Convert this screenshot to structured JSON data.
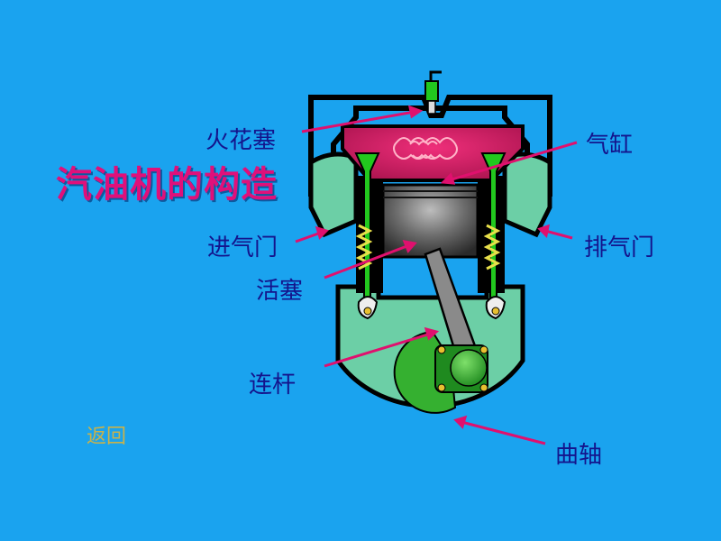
{
  "title": "汽油机的构造",
  "labels": {
    "spark_plug": "火花塞",
    "cylinder": "气缸",
    "intake_valve": "进气门",
    "exhaust_valve": "排气门",
    "piston": "活塞",
    "connecting_rod": "连杆",
    "crankshaft": "曲轴"
  },
  "nav": {
    "back": "返回"
  },
  "colors": {
    "background": "#1aa3ef",
    "title": "#e0107a",
    "label": "#14148c",
    "pointer": "#e0106e",
    "back_link": "#c9b24a",
    "crankcase": "#6ccfa6",
    "combustion": "#c81e5a",
    "valve": "#22c81e",
    "piston": "#3c3c3c"
  }
}
